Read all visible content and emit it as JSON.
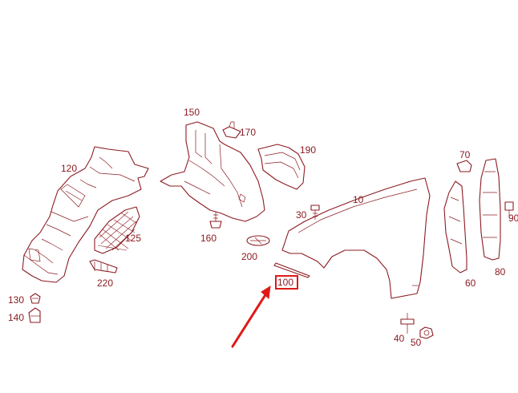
{
  "diagram": {
    "colors": {
      "line": "#8c1c22",
      "highlight": "#e01818",
      "arrow": "#e01818",
      "background": "#ffffff"
    },
    "parts": [
      {
        "id": "part-10",
        "label": "10"
      },
      {
        "id": "part-30",
        "label": "30"
      },
      {
        "id": "part-40",
        "label": "40"
      },
      {
        "id": "part-50",
        "label": "50"
      },
      {
        "id": "part-60",
        "label": "60"
      },
      {
        "id": "part-70",
        "label": "70"
      },
      {
        "id": "part-80",
        "label": "80"
      },
      {
        "id": "part-90",
        "label": "90"
      },
      {
        "id": "part-100",
        "label": "100"
      },
      {
        "id": "part-120",
        "label": "120"
      },
      {
        "id": "part-125",
        "label": "125"
      },
      {
        "id": "part-130",
        "label": "130"
      },
      {
        "id": "part-140",
        "label": "140"
      },
      {
        "id": "part-150",
        "label": "150"
      },
      {
        "id": "part-160",
        "label": "160"
      },
      {
        "id": "part-170",
        "label": "170"
      },
      {
        "id": "part-190",
        "label": "190"
      },
      {
        "id": "part-200",
        "label": "200"
      },
      {
        "id": "part-220",
        "label": "220"
      }
    ],
    "highlighted_part": "100"
  }
}
